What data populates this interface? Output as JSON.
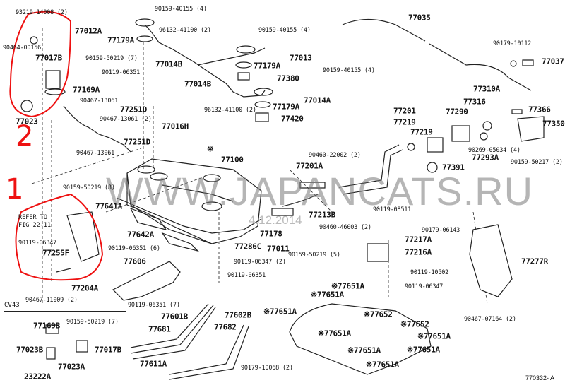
{
  "diagram_title_code": "770332- A",
  "watermark": {
    "site": "WWW.JAPANCATS.RU",
    "date": "4.12.2014"
  },
  "annotations": {
    "red_group_1": "1",
    "red_group_2": "2"
  },
  "refer_note": {
    "line1": "REFER TO",
    "line2": "FIG 22-11"
  },
  "inset": {
    "title": "CV43",
    "labels": [
      "77169B",
      "90159-50219 (7)",
      "77023B",
      "77017B",
      "77023A",
      "23222A"
    ]
  },
  "labels": [
    "93219-14008 (2)",
    "90464-00156",
    "77017B",
    "90159-50219 (7)",
    "90119-06351",
    "77169A",
    "90467-13061",
    "77251D",
    "90467-13061 (2)",
    "77016H",
    "77251D",
    "90467-13061",
    "77023",
    "90159-40155 (4)",
    "77012A",
    "77179A",
    "96132-41100 (2)",
    "77014B",
    "77014B",
    "90159-40155 (4)",
    "77013",
    "77179A",
    "77380",
    "90159-40155 (4)",
    "77014A",
    "77179A",
    "96132-41100 (2)",
    "77420",
    "77035",
    "90179-10112",
    "77037",
    "77310A",
    "77316",
    "77290",
    "77366",
    "77350",
    "77201",
    "77219",
    "77219",
    "90269-05034 (4)",
    "77293A",
    "77391",
    "90159-50217 (2)",
    "90460-22002 (2)",
    "77201A",
    "77100",
    "90159-50219 (8)",
    "77641A",
    "77213B",
    "90119-08511",
    "77178",
    "77011",
    "90460-46003 (2)",
    "90179-06143",
    "77217A",
    "90159-50219 (5)",
    "77216A",
    "90119-10502",
    "77277R",
    "90119-06347",
    "90119-06347",
    "77255F",
    "77642A",
    "90119-06351 (6)",
    "77286C",
    "90119-06347 (2)",
    "90119-06351",
    "77606",
    "77204A",
    "90467-11009 (2)",
    "90119-06351 (7)",
    "77601B",
    "77681",
    "77602B",
    "77682",
    "77611A",
    "90179-10068 (2)",
    "※77651A",
    "※77651A",
    "※77651A",
    "※77652",
    "※77651A",
    "※77652",
    "※77651A",
    "※77651A",
    "※77651A",
    "※77651A",
    "90467-07164 (2)",
    "※"
  ]
}
